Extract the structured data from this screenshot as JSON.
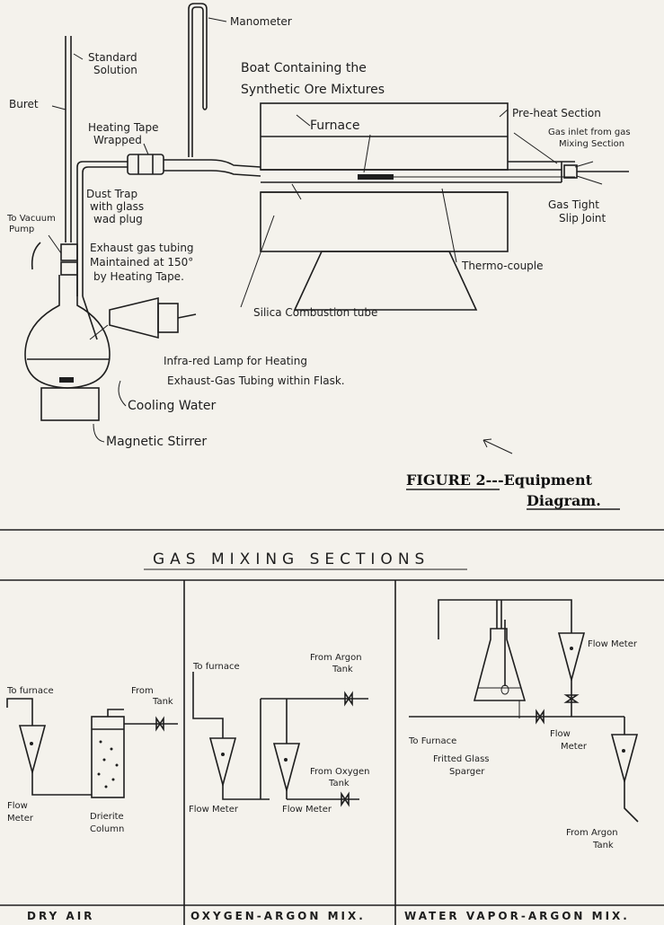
{
  "figure": {
    "title": "FIGURE 2---Equipment",
    "title_line2": "Diagram."
  },
  "top": {
    "manometer": "Manometer",
    "standard_solution_1": "Standard",
    "standard_solution_2": "Solution",
    "buret": "Buret",
    "boat_1": "Boat Containing the",
    "boat_2": "Synthetic Ore Mixtures",
    "heating_tape_1": "Heating Tape",
    "heating_tape_2": "Wrapped",
    "furnace": "Furnace",
    "preheat": "Pre-heat Section",
    "gas_inlet_1": "Gas inlet from gas",
    "gas_inlet_2": "Mixing Section",
    "dust_trap_1": "Dust Trap",
    "dust_trap_2": "with glass",
    "dust_trap_3": "wad plug",
    "gastight_1": "Gas Tight",
    "gastight_2": "Slip Joint",
    "vacuum_1": "To Vacuum",
    "vacuum_2": "Pump",
    "exhaust_1": "Exhaust gas tubing",
    "exhaust_2": "Maintained at 150°",
    "exhaust_3": "by Heating Tape.",
    "thermocouple": "Thermo-couple",
    "silica": "Silica Combustion tube",
    "lamp_1": "Infra-red Lamp for Heating",
    "lamp_2": "Exhaust-Gas Tubing within Flask.",
    "cooling": "Cooling Water",
    "stirrer": "Magnetic Stirrer"
  },
  "gas_mixing": {
    "title": "GAS MIXING SECTIONS",
    "dry_air": {
      "to_furnace": "To furnace",
      "from_tank_1": "From",
      "from_tank_2": "Tank",
      "flow_meter_1": "Flow",
      "flow_meter_2": "Meter",
      "drierite_1": "Drierite",
      "drierite_2": "Column",
      "footer": "DRY AIR"
    },
    "oxygen_argon": {
      "to_furnace": "To furnace",
      "from_argon_1": "From Argon",
      "from_argon_2": "Tank",
      "from_oxygen_1": "From Oxygen",
      "from_oxygen_2": "Tank",
      "flow_meter_a": "Flow Meter",
      "flow_meter_b": "Flow Meter",
      "footer": "OXYGEN-ARGON MIX."
    },
    "water_vapor": {
      "flow_meter_top": "Flow Meter",
      "to_furnace": "To Furnace",
      "fritted_1": "Fritted Glass",
      "fritted_2": "Sparger",
      "flow_meter_1": "Flow",
      "flow_meter_2": "Meter",
      "from_argon_1": "From Argon",
      "from_argon_2": "Tank",
      "footer": "WATER VAPOR-ARGON MIX."
    }
  }
}
